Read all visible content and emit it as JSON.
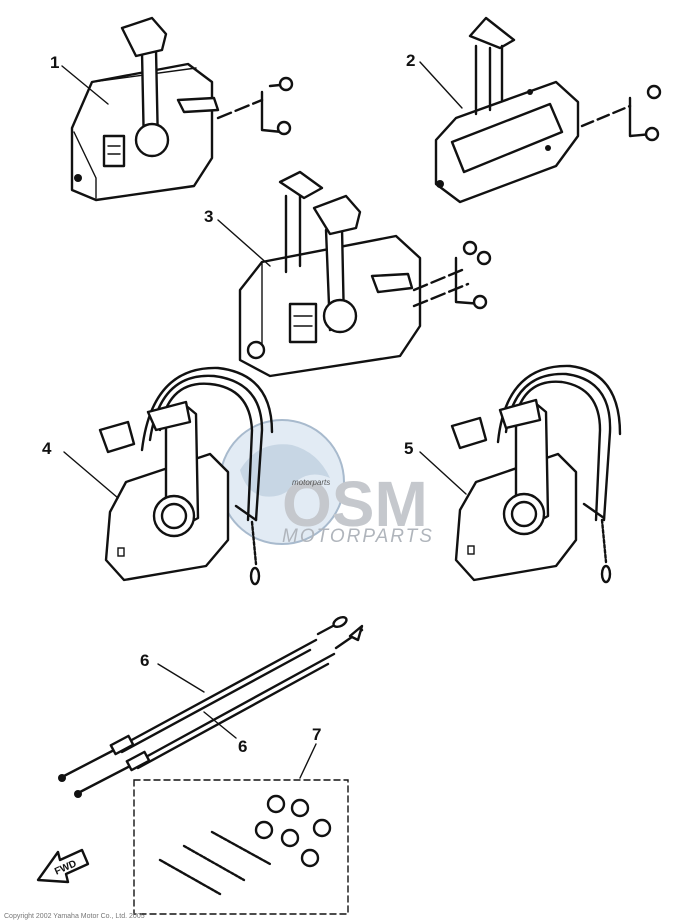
{
  "callouts": {
    "c1": "1",
    "c2": "2",
    "c3": "3",
    "c4": "4",
    "c5": "5",
    "c6a": "6",
    "c6b": "6",
    "c7": "7"
  },
  "watermark": {
    "brand": "OSM",
    "subtitle": "MOTORPARTS",
    "tiny": "motorparts"
  },
  "direction_label": "FWD",
  "footer_text": "Copyright 2002 Yamaha Motor Co., Ltd. 2005"
}
